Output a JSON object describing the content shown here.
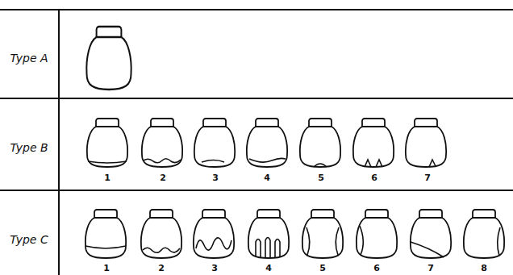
{
  "diagram": {
    "labels": [
      "Type A",
      "Type B",
      "1",
      "2",
      "3",
      "4",
      "5",
      "6",
      "7",
      "Type C",
      "1",
      "2",
      "3",
      "4",
      "5",
      "6",
      "7",
      "8"
    ]
  }
}
